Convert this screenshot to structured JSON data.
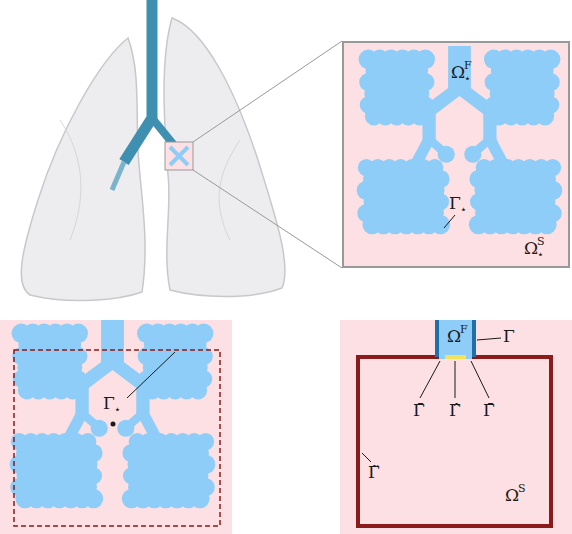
{
  "diagram": {
    "labels": [
      "Ω",
      "F",
      "⋆",
      "Γ",
      "⋆",
      "Ω",
      "S",
      "⋆",
      "Γ",
      "⋆",
      "Ω",
      "F",
      "Γ",
      "Γ̄",
      "Γ̂",
      "Γ̄",
      "Γ̃",
      "Ω",
      "S"
    ]
  }
}
